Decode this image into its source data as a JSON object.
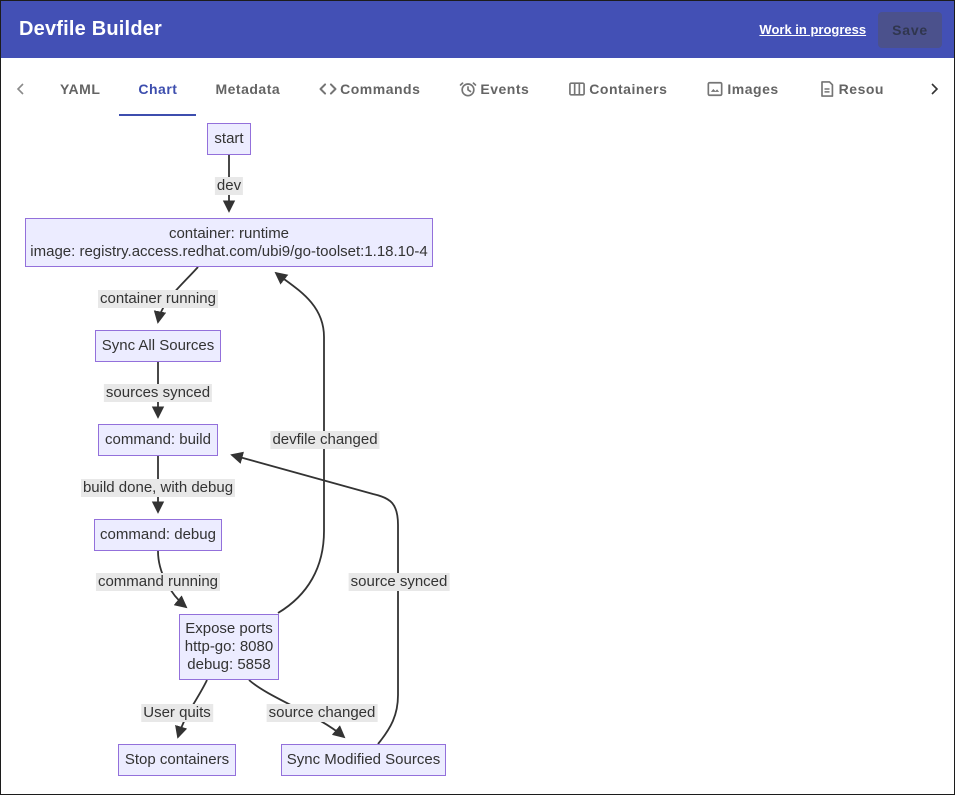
{
  "header": {
    "title": "Devfile Builder",
    "wip_label": "Work in progress",
    "save_label": "Save"
  },
  "tabs": {
    "items": [
      {
        "label": "YAML",
        "icon": null,
        "active": false
      },
      {
        "label": "Chart",
        "icon": null,
        "active": true
      },
      {
        "label": "Metadata",
        "icon": null,
        "active": false
      },
      {
        "label": "Commands",
        "icon": "code-icon",
        "active": false
      },
      {
        "label": "Events",
        "icon": "alarm-clock-icon",
        "active": false
      },
      {
        "label": "Containers",
        "icon": "columns-icon",
        "active": false
      },
      {
        "label": "Images",
        "icon": "image-icon",
        "active": false
      },
      {
        "label": "Resou",
        "icon": "document-icon",
        "active": false
      }
    ]
  },
  "diagram": {
    "nodes": {
      "start": {
        "label": "start"
      },
      "container": {
        "line1": "container: runtime",
        "line2": "image: registry.access.redhat.com/ubi9/go-toolset:1.18.10-4"
      },
      "sync_all": {
        "label": "Sync All Sources"
      },
      "build": {
        "label": "command: build"
      },
      "debug": {
        "label": "command: debug"
      },
      "expose": {
        "line1": "Expose ports",
        "line2": "http-go: 8080",
        "line3": "debug: 5858"
      },
      "stop": {
        "label": "Stop containers"
      },
      "sync_modified": {
        "label": "Sync Modified Sources"
      }
    },
    "edge_labels": {
      "dev": "dev",
      "container_running": "container running",
      "sources_synced": "sources synced",
      "devfile_changed": "devfile changed",
      "build_done": "build done, with debug",
      "command_running": "command running",
      "source_synced": "source synced",
      "user_quits": "User quits",
      "source_changed": "source changed"
    },
    "connections": [
      {
        "from": "start",
        "to": "container",
        "label": "dev"
      },
      {
        "from": "container",
        "to": "sync_all",
        "label": "container running"
      },
      {
        "from": "sync_all",
        "to": "build",
        "label": "sources synced"
      },
      {
        "from": "build",
        "to": "debug",
        "label": "build done, with debug"
      },
      {
        "from": "debug",
        "to": "expose",
        "label": "command running"
      },
      {
        "from": "expose",
        "to": "container",
        "label": "devfile changed"
      },
      {
        "from": "expose",
        "to": "stop",
        "label": "User quits"
      },
      {
        "from": "expose",
        "to": "sync_modified",
        "label": "source changed"
      },
      {
        "from": "sync_modified",
        "to": "build",
        "label": "source synced"
      }
    ]
  },
  "colors": {
    "header_bg": "#4350b5",
    "active_tab": "#3d4eae",
    "node_fill": "#ececff",
    "node_border": "#9370db",
    "edge_label_bg": "#e8e8e8",
    "edge_stroke": "#333333"
  }
}
